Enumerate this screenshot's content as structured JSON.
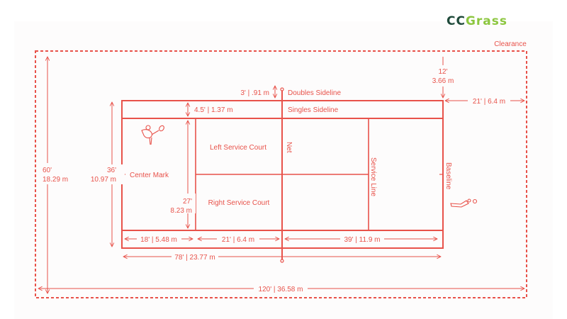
{
  "brand": {
    "logo_part1": "CC",
    "logo_part2": "Grass",
    "accent": "#e8524a",
    "logo_dark": "#1f4a3a",
    "logo_green": "#8cc63f"
  },
  "labels": {
    "clearance": "Clearance",
    "doubles_sideline": "Doubles Sideline",
    "singles_sideline": "Singles Sideline",
    "net": "Net",
    "service_line": "Service Line",
    "baseline": "Baseline",
    "center_mark": "Center Mark",
    "left_service_court": "Left Service Court",
    "right_service_court": "Right Service Court"
  },
  "dimensions": {
    "net_post": "3' | .91 m",
    "alley": "4.5' | 1.37 m",
    "back_clearance_ft": "12'",
    "back_clearance_m": "3.66 m",
    "side_clearance": "21' | 6.4 m",
    "total_width_ft": "60'",
    "total_width_m": "18.29 m",
    "court_width_ft": "36'",
    "court_width_m": "10.97 m",
    "singles_width_ft": "27'",
    "singles_width_m": "8.23 m",
    "backcourt": "18' | 5.48 m",
    "service_depth": "21' | 6.4 m",
    "half_court": "39' | 11.9 m",
    "court_length": "78' | 23.77 m",
    "total_length": "120' | 36.58 m"
  },
  "icons": {
    "player_left": "tennis-player-serving-icon",
    "player_right": "tennis-player-diving-icon"
  }
}
